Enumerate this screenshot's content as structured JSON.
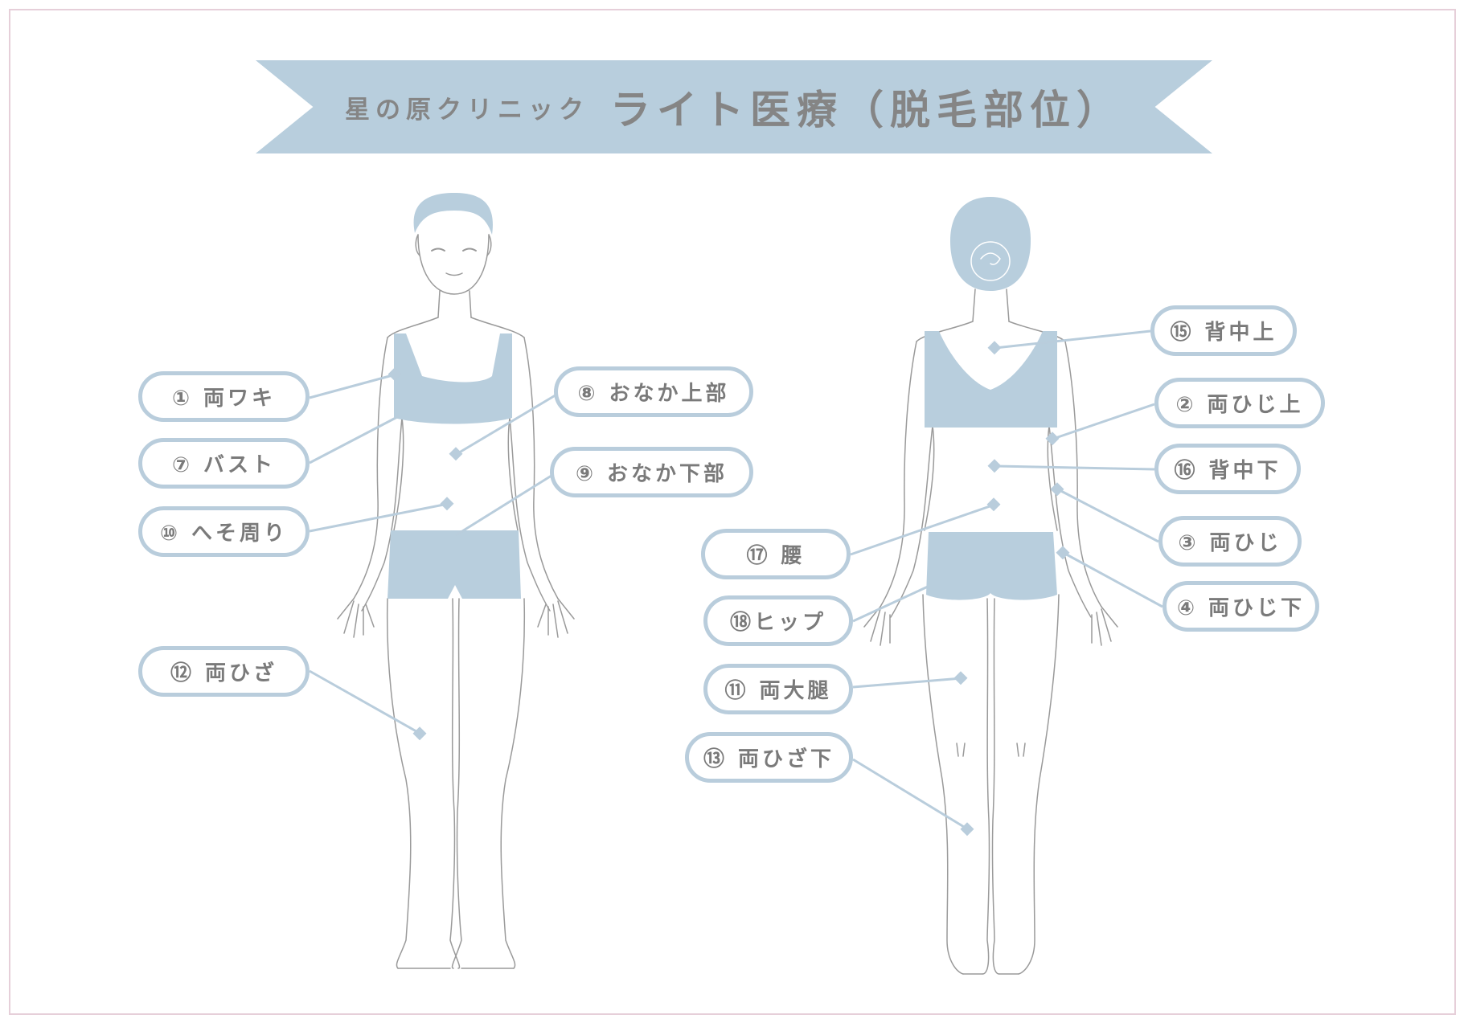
{
  "header": {
    "clinic": "星の原クリニック",
    "title": "ライト医療（脱毛部位）"
  },
  "colors": {
    "banner": "#b8cedd",
    "garment": "#b8cedd",
    "outline": "#9a9a9a",
    "frame": "#e6cfd9",
    "leader": "#b9cddc"
  },
  "labels": {
    "l1": "① 両ワキ",
    "l7": "⑦ バスト",
    "l10": "⑩ へそ周り",
    "l12": "⑫ 両ひざ",
    "l8": "⑧ おなか上部",
    "l9": "⑨ おなか下部",
    "l15": "⑮ 背中上",
    "l2": "② 両ひじ上",
    "l16": "⑯ 背中下",
    "l3": "③ 両ひじ",
    "l4": "④ 両ひじ下",
    "l17": "⑰ 腰",
    "l18": "⑱ヒップ",
    "l11": "⑪ 両大腿",
    "l13": "⑬ 両ひざ下"
  }
}
